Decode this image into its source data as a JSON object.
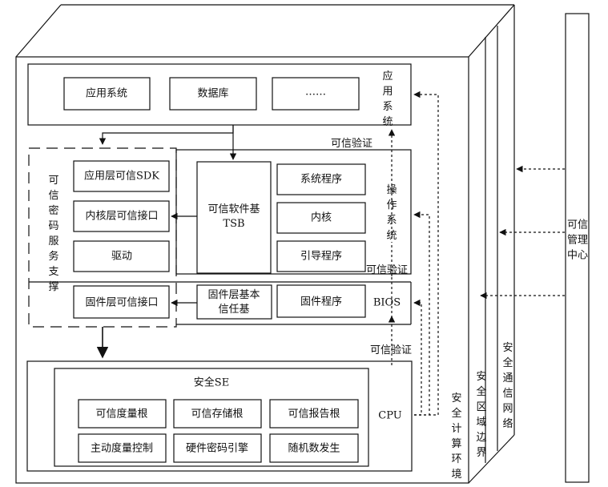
{
  "labels": {
    "app_system": "应用系统",
    "database": "数据库",
    "ellipsis": "……",
    "app_system_vertical": "应用系统",
    "trusted_verify_top": "可信验证",
    "trusted_crypto_service": "可信密码服务支撑",
    "app_layer_sdk": "应用层可信SDK",
    "kernel_interface": "内核层可信接口",
    "driver": "驱动",
    "tsb": "可信软件基\nTSB",
    "system_program": "系统程序",
    "kernel": "内核",
    "boot_program": "引导程序",
    "os_vertical": "操作系统",
    "trusted_verify_mid": "可信验证",
    "firmware_interface": "固件层可信接口",
    "firmware_base": "固件层基本\n信任基",
    "firmware_program": "固件程序",
    "bios": "BIOS",
    "trusted_verify_bottom": "可信验证",
    "secure_se": "安全SE",
    "root_measure": "可信度量根",
    "root_storage": "可信存储根",
    "root_report": "可信报告根",
    "active_measure_ctrl": "主动度量控制",
    "hw_crypto_engine": "硬件密码引擎",
    "rng": "随机数发生",
    "cpu": "CPU",
    "secure_computing_env": "安全计算环境",
    "secure_area_boundary": "安全区域边界",
    "secure_comm_network": "安全通信网络",
    "trusted_mgmt_center": "可信\n管理\n中心"
  }
}
